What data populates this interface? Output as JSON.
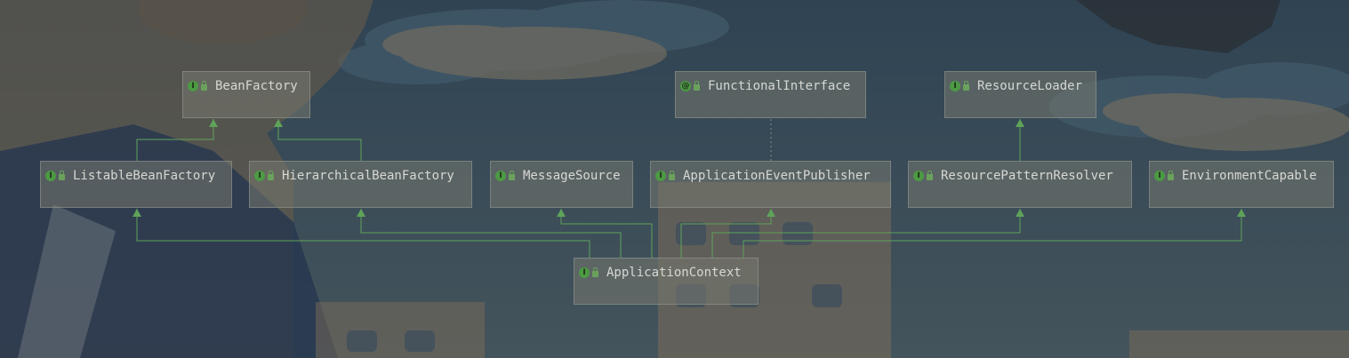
{
  "diagram": {
    "nodes": [
      {
        "id": "BeanFactory",
        "label": "BeanFactory",
        "badge": "I"
      },
      {
        "id": "FunctionalInterface",
        "label": "FunctionalInterface",
        "badge": "@"
      },
      {
        "id": "ResourceLoader",
        "label": "ResourceLoader",
        "badge": "I"
      },
      {
        "id": "ListableBeanFactory",
        "label": "ListableBeanFactory",
        "badge": "I"
      },
      {
        "id": "HierarchicalBeanFactory",
        "label": "HierarchicalBeanFactory",
        "badge": "I"
      },
      {
        "id": "MessageSource",
        "label": "MessageSource",
        "badge": "I"
      },
      {
        "id": "ApplicationEventPublisher",
        "label": "ApplicationEventPublisher",
        "badge": "I"
      },
      {
        "id": "ResourcePatternResolver",
        "label": "ResourcePatternResolver",
        "badge": "I"
      },
      {
        "id": "EnvironmentCapable",
        "label": "EnvironmentCapable",
        "badge": "I"
      },
      {
        "id": "ApplicationContext",
        "label": "ApplicationContext",
        "badge": "I"
      }
    ],
    "edges": [
      {
        "from": "ListableBeanFactory",
        "to": "BeanFactory",
        "kind": "extends"
      },
      {
        "from": "HierarchicalBeanFactory",
        "to": "BeanFactory",
        "kind": "extends"
      },
      {
        "from": "ResourcePatternResolver",
        "to": "ResourceLoader",
        "kind": "extends"
      },
      {
        "from": "ApplicationEventPublisher",
        "to": "FunctionalInterface",
        "kind": "annotated"
      },
      {
        "from": "ApplicationContext",
        "to": "ListableBeanFactory",
        "kind": "extends"
      },
      {
        "from": "ApplicationContext",
        "to": "HierarchicalBeanFactory",
        "kind": "extends"
      },
      {
        "from": "ApplicationContext",
        "to": "MessageSource",
        "kind": "extends"
      },
      {
        "from": "ApplicationContext",
        "to": "ApplicationEventPublisher",
        "kind": "extends"
      },
      {
        "from": "ApplicationContext",
        "to": "ResourcePatternResolver",
        "kind": "extends"
      },
      {
        "from": "ApplicationContext",
        "to": "EnvironmentCapable",
        "kind": "extends"
      }
    ],
    "colors": {
      "edge": "#5fa35a",
      "dashed_edge": "#7c8a84",
      "badge": "#4c9a43",
      "text": "#d6d8d3"
    }
  }
}
